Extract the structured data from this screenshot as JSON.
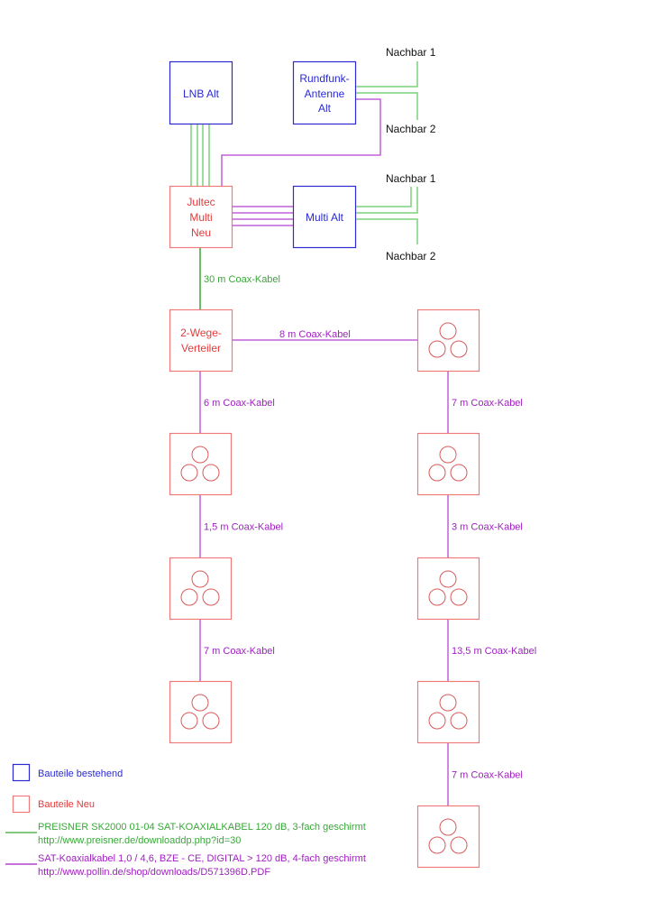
{
  "colors": {
    "existing": "#2a2ad0",
    "new": "#e33a3a",
    "new_box": "#ef7a7a",
    "green_cable": "#3aa63a",
    "green_line": "#7bd07b",
    "magenta_cable": "#a020c0",
    "magenta_line": "#c060d8",
    "neighbor_text": "#111111"
  },
  "components": {
    "lnb": {
      "label": [
        "LNB Alt"
      ],
      "status": "existing"
    },
    "rundfunk": {
      "label": [
        "Rundfunk-",
        "Antenne",
        "Alt"
      ],
      "status": "existing"
    },
    "jultec": {
      "label": [
        "Jultec",
        "Multi",
        "Neu"
      ],
      "status": "new"
    },
    "multi_alt": {
      "label": [
        "Multi Alt"
      ],
      "status": "existing"
    },
    "splitter": {
      "label": [
        "2-Wege-",
        "Verteiler"
      ],
      "status": "new"
    },
    "outlet_icon": "triple-socket-icon"
  },
  "neighbors": {
    "top_1": "Nachbar 1",
    "top_2": "Nachbar 2",
    "mid_1": "Nachbar 1",
    "mid_2": "Nachbar 2"
  },
  "cables": {
    "jultec_to_splitter": "30 m Coax-Kabel",
    "splitter_to_right": "8 m Coax-Kabel",
    "left": [
      "6 m Coax-Kabel",
      "1,5 m Coax-Kabel",
      "7 m Coax-Kabel"
    ],
    "right": [
      "7 m Coax-Kabel",
      "3 m Coax-Kabel",
      "13,5 m Coax-Kabel",
      "7 m Coax-Kabel"
    ]
  },
  "legend": {
    "existing": "Bauteile bestehend",
    "new": "Bauteile Neu",
    "green_cable_line1": "PREISNER SK2000 01-04 SAT-KOAXIALKABEL  120 dB, 3-fach geschirmt",
    "green_cable_line2": "http://www.preisner.de/downloaddp.php?id=30",
    "magenta_cable_line1": "SAT-Koaxialkabel 1,0 / 4,6, BZE - CE, DIGITAL > 120 dB, 4-fach geschirmt",
    "magenta_cable_line2": "http://www.pollin.de/shop/downloads/D571396D.PDF"
  }
}
